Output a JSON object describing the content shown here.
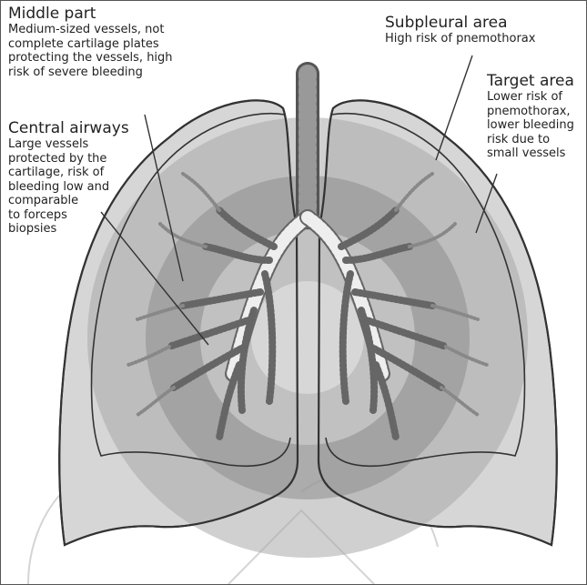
{
  "labels": {
    "middle_part": {
      "title": "Middle part",
      "lines": [
        "Medium-sized vessels, not",
        "complete cartilage plates",
        "protecting the vessels, high",
        "risk of severe bleeding"
      ]
    },
    "central_airways": {
      "title": "Central airways",
      "lines": [
        "Large vessels",
        "protected by the",
        "cartilage, risk of",
        "bleeding low and",
        "comparable",
        "to forceps",
        "biopsies"
      ]
    },
    "subpleural_area": {
      "title": "Subpleural area",
      "lines": [
        "High risk of pnemothorax"
      ]
    },
    "target_area": {
      "title": "Target area",
      "lines": [
        "Lower risk of",
        "pnemothorax,",
        "lower bleeding",
        "risk due to",
        "small vessels"
      ]
    }
  },
  "colors": {
    "lung_fill": "#d6d6d6",
    "outer_ring": "#a9a9a9",
    "middle_ring": "#8e8e8e",
    "inner_circle": "#c4c4c4",
    "center": "#dcdcdc",
    "outline": "#333333"
  }
}
